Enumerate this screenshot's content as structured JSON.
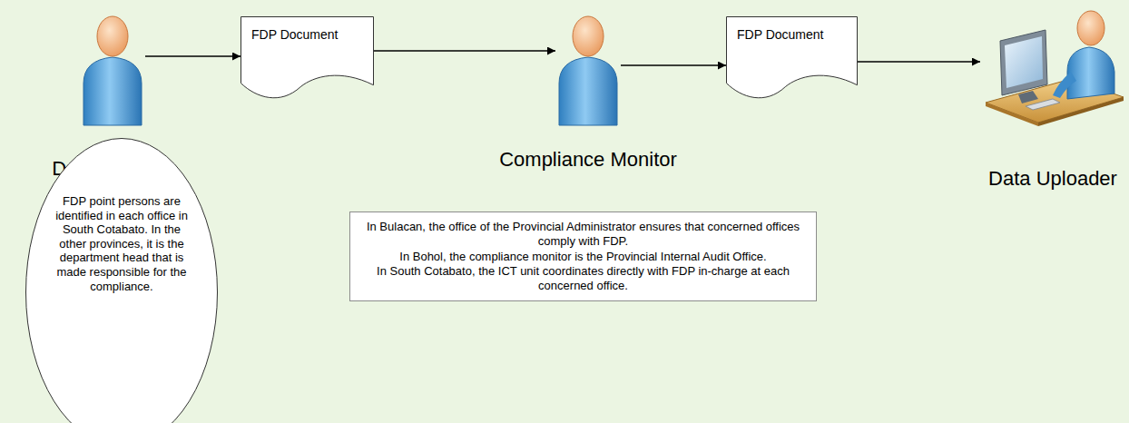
{
  "diagram": {
    "nodes": [
      {
        "text": [
          "Data Supplier"
        ]
      },
      {
        "text": [
          "FDP Document"
        ]
      },
      {
        "text": [
          "Compliance Monitor"
        ]
      },
      {
        "text": [
          "FDP Document"
        ]
      },
      {
        "text": [
          "Data Uploader"
        ]
      },
      {
        "text": [
          "FDP point persons are identified in each office in South Cotabato. In the other provinces, it is the department head that is made responsible for the compliance."
        ]
      },
      {
        "text": [
          "In Bulacan, the office of the Provincial Administrator ensures that concerned offices comply with FDP.",
          "In Bohol, the compliance monitor is the Provincial Internal Audit Office.",
          "In South Cotabato, the ICT unit coordinates directly with FDP in-charge at each concerned office."
        ]
      }
    ],
    "edges": [
      {
        "from": 0,
        "to": 1,
        "arrow": "to"
      },
      {
        "from": 1,
        "to": 2,
        "arrow": "to"
      },
      {
        "from": 2,
        "to": 3,
        "arrow": "to"
      },
      {
        "from": 3,
        "to": 4,
        "arrow": "to"
      }
    ]
  }
}
